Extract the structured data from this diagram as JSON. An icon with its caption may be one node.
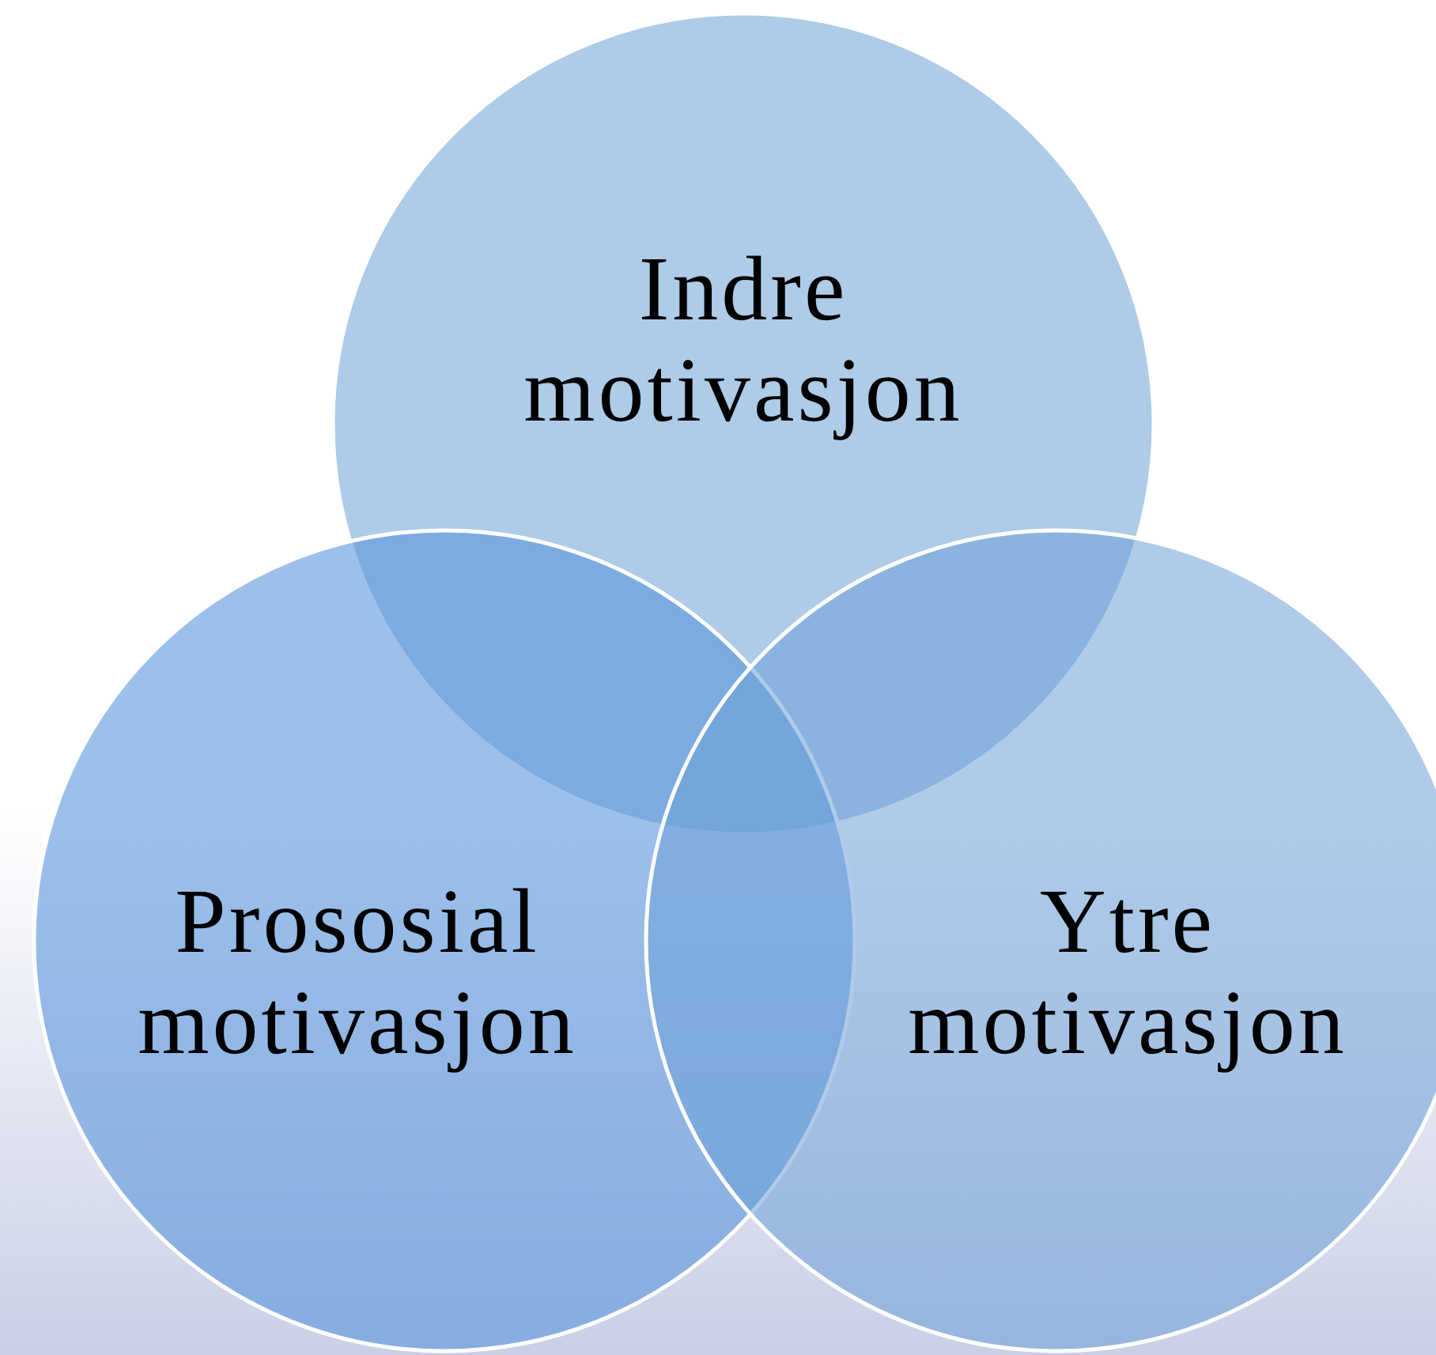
{
  "diagram": {
    "nodes": [
      {
        "text": [
          "Indre motivasjon"
        ]
      },
      {
        "text": [
          "Prososial motivasjon"
        ]
      },
      {
        "text": [
          "Ytre motivasjon"
        ]
      }
    ]
  }
}
